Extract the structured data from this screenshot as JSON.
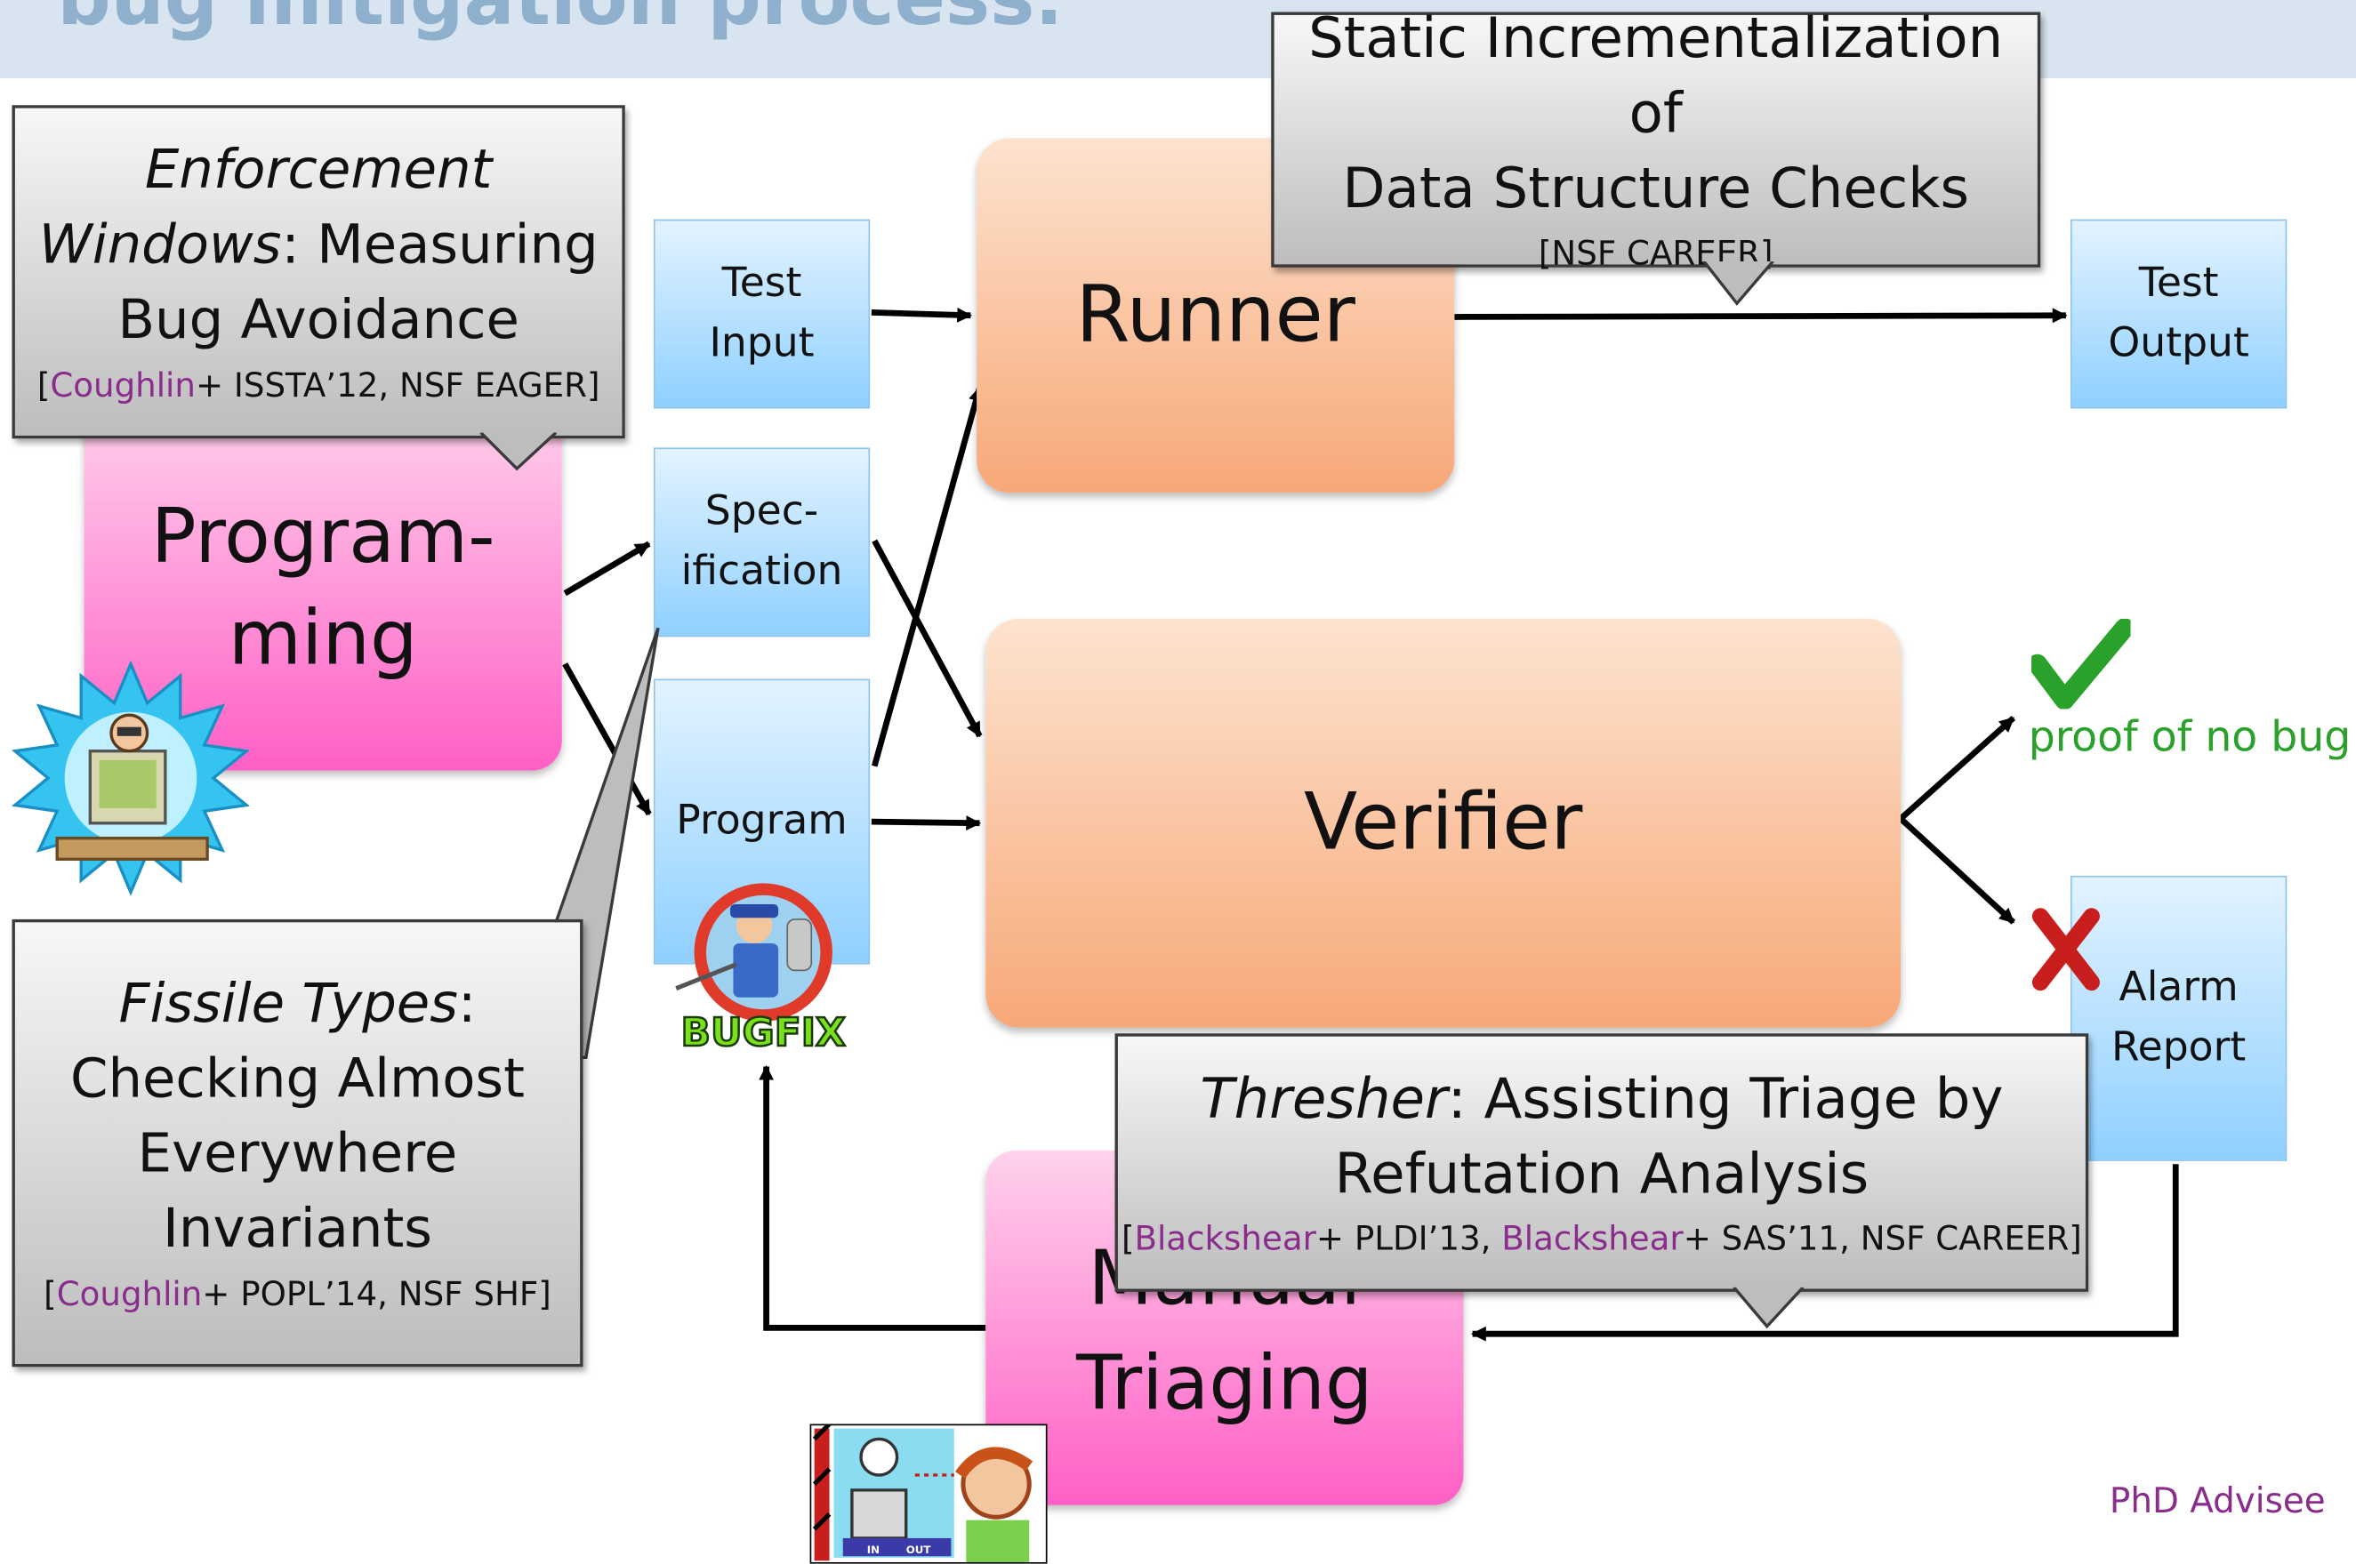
{
  "slide": {
    "title": "bug mitigation process."
  },
  "boxes": {
    "test_input": "Test\nInput",
    "specification": "Spec-\nification",
    "program": "Program",
    "test_output": "Test\nOutput",
    "alarm_report": "Alarm\nReport"
  },
  "stages": {
    "runner": "Runner",
    "verifier": "Verifier",
    "programming": "Program-\nming",
    "manual_triaging": "Manual\nTriaging"
  },
  "results": {
    "proof": "proof of no bug"
  },
  "callouts": {
    "enforcement": {
      "title_italic": "Enforcement\nWindows",
      "title_rest": ": Measuring\nBug Avoidance",
      "cite_author": "Coughlin",
      "cite_rest": "+ ISSTA’12, NSF EAGER"
    },
    "static": {
      "title": "Static Incrementalization of\nData Structure Checks",
      "cite": "[NSF CAREER]"
    },
    "fissile": {
      "title_italic": "Fissile Types",
      "title_rest": ":\nChecking Almost\nEverywhere\nInvariants",
      "cite_author": "Coughlin",
      "cite_rest": "+ POPL’14, NSF SHF"
    },
    "thresher": {
      "title_italic": "Thresher",
      "title_rest": ": Assisting Triage by\nRefutation Analysis",
      "cite_author1": "Blackshear",
      "cite_mid": "+ PLDI’13, ",
      "cite_author2": "Blackshear",
      "cite_end": "+ SAS’11, NSF CAREER"
    }
  },
  "clipart": {
    "bugfix_label": "BUGFIX",
    "in_label": "IN",
    "out_label": "OUT"
  },
  "footer": {
    "legend": "PhD Advisee"
  },
  "colors": {
    "advisee": "#8a2c8c",
    "check": "#2aa12a",
    "cross": "#c81e1e"
  }
}
